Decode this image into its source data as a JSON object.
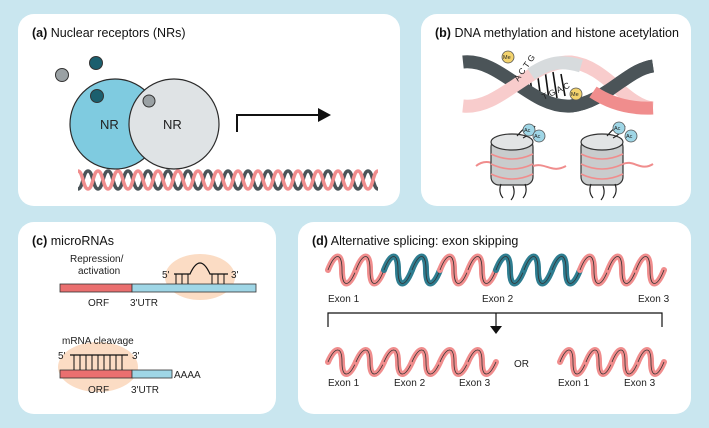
{
  "panel_a": {
    "letter": "(a)",
    "title": "Nuclear receptors (NRs)",
    "nr_left": "NR",
    "nr_right": "NR"
  },
  "panel_b": {
    "letter": "(b)",
    "title": "DNA methylation and histone acetylation",
    "strand_top": "A C T G",
    "strand_bottom": "T G A C",
    "methyl_tag": "Me",
    "acetyl_tag": "Ac"
  },
  "panel_c": {
    "letter": "(c)",
    "title": "microRNAs",
    "repression_line1": "Repression/",
    "repression_line2": "activation",
    "five_prime": "5'",
    "three_prime": "3'",
    "orf": "ORF",
    "utr": "3'UTR",
    "cleavage": "mRNA cleavage",
    "polya": "AAAA"
  },
  "panel_d": {
    "letter": "(d)",
    "title": "Alternative splicing: exon skipping",
    "exon1": "Exon 1",
    "exon2": "Exon 2",
    "exon3": "Exon 3",
    "or": "OR"
  },
  "colors": {
    "background": "#c9e6ef",
    "nr_blue": "#7fcbe0",
    "nr_grey": "#dfe3e5",
    "pink": "#f08d8d",
    "light_pink": "#f8cccc",
    "dark_grey": "#4b5458",
    "teal": "#2e7d90",
    "utr_blue": "#9fd6e6",
    "orf_red": "#ea6f6f",
    "peach": "#fbdcc4",
    "yellow": "#f3d36d"
  }
}
